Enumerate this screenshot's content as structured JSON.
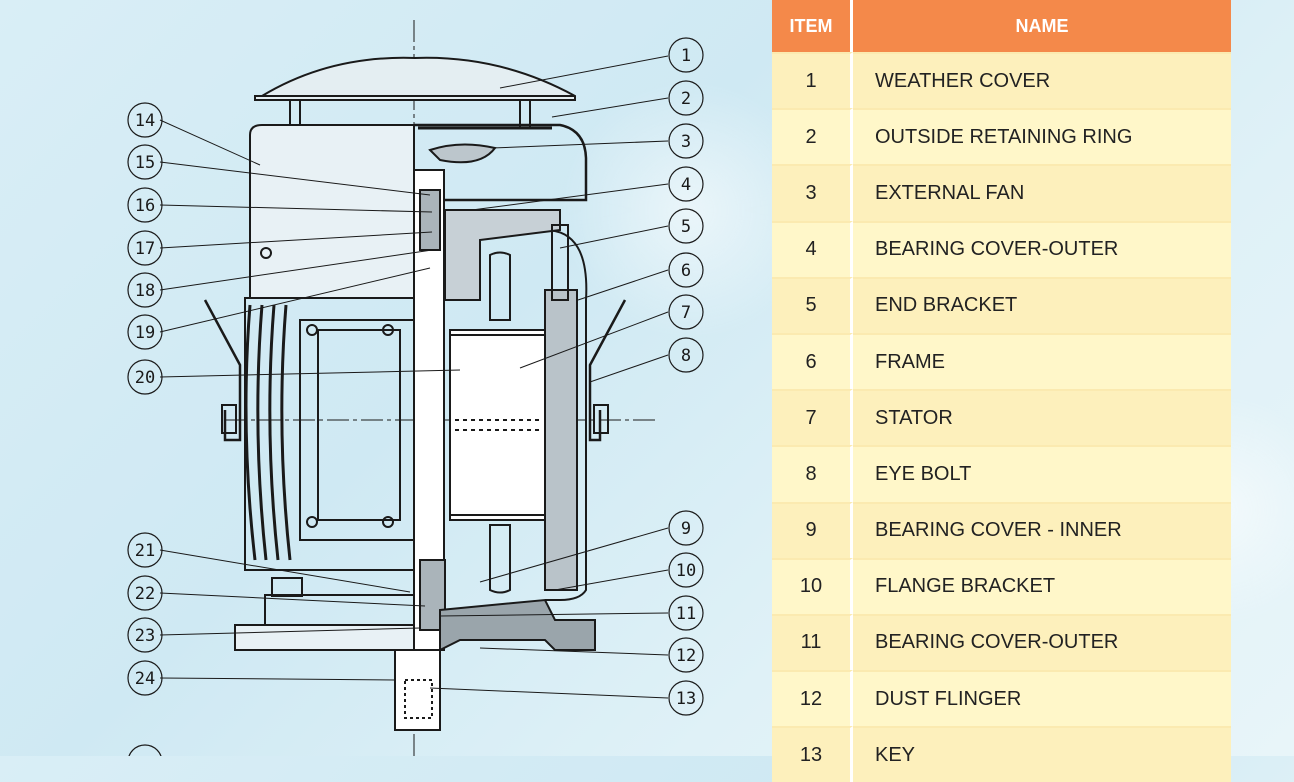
{
  "table": {
    "header": {
      "item": "ITEM",
      "name": "NAME"
    },
    "rows": [
      {
        "item": "1",
        "name": "WEATHER COVER"
      },
      {
        "item": "2",
        "name": "OUTSIDE RETAINING RING"
      },
      {
        "item": "3",
        "name": "EXTERNAL  FAN"
      },
      {
        "item": "4",
        "name": "BEARING COVER-OUTER"
      },
      {
        "item": "5",
        "name": "END  BRACKET"
      },
      {
        "item": "6",
        "name": "FRAME"
      },
      {
        "item": "7",
        "name": "STATOR"
      },
      {
        "item": "8",
        "name": "EYE  BOLT"
      },
      {
        "item": "9",
        "name": "BEARING  COVER - INNER"
      },
      {
        "item": "10",
        "name": "FLANGE BRACKET"
      },
      {
        "item": "11",
        "name": "BEARING COVER-OUTER"
      },
      {
        "item": "12",
        "name": "DUST  FLINGER"
      },
      {
        "item": "13",
        "name": "KEY"
      }
    ]
  },
  "callouts": {
    "right": [
      "1",
      "2",
      "3",
      "4",
      "5",
      "6",
      "7",
      "8",
      "9",
      "10",
      "11",
      "12",
      "13"
    ],
    "left": [
      "14",
      "15",
      "16",
      "17",
      "18",
      "19",
      "20",
      "21",
      "22",
      "23",
      "24"
    ]
  },
  "colors": {
    "header_bg": "#f4894a",
    "row_bg": "#fff7c9",
    "line": "#1a1a1a"
  }
}
